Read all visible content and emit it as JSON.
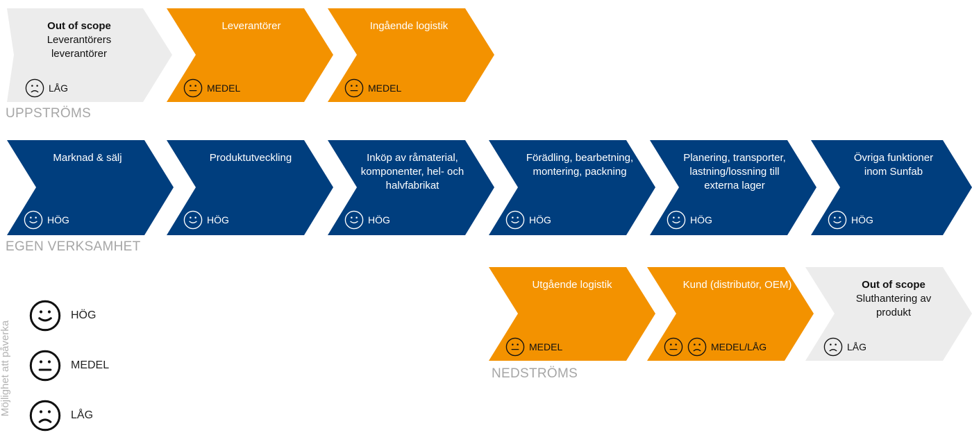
{
  "colors": {
    "orange": "#f39200",
    "navy": "#003e7e",
    "light": "#ececec",
    "section_label": "#a6a6a6"
  },
  "upstream": {
    "label": "UPPSTRÖMS",
    "steps": [
      {
        "title": "Out of scope",
        "lines": "Leverantörers leverantörer",
        "rating": "LÅG",
        "face": "sad",
        "style": "light"
      },
      {
        "title": "",
        "lines": "Leverantörer",
        "rating": "MEDEL",
        "face": "neutral",
        "style": "orange"
      },
      {
        "title": "",
        "lines": "Ingående logistik",
        "rating": "MEDEL",
        "face": "neutral",
        "style": "orange"
      }
    ]
  },
  "own": {
    "label": "EGEN VERKSAMHET",
    "steps": [
      {
        "title": "",
        "lines": "Marknad & sälj",
        "rating": "HÖG",
        "face": "happy",
        "style": "navy"
      },
      {
        "title": "",
        "lines": "Produktutveckling",
        "rating": "HÖG",
        "face": "happy",
        "style": "navy"
      },
      {
        "title": "",
        "lines": "Inköp av råmaterial, komponenter, hel- och halvfabrikat",
        "rating": "HÖG",
        "face": "happy",
        "style": "navy"
      },
      {
        "title": "",
        "lines": "Förädling, bearbetning, montering, packning",
        "rating": "HÖG",
        "face": "happy",
        "style": "navy"
      },
      {
        "title": "",
        "lines": "Planering, transporter, lastning/lossning till externa lager",
        "rating": "HÖG",
        "face": "happy",
        "style": "navy"
      },
      {
        "title": "",
        "lines": "Övriga funktioner inom Sunfab",
        "rating": "HÖG",
        "face": "happy",
        "style": "navy"
      }
    ]
  },
  "downstream": {
    "label": "NEDSTRÖMS",
    "steps": [
      {
        "title": "",
        "lines": "Utgående logistik",
        "rating": "MEDEL",
        "face": "neutral",
        "style": "orange"
      },
      {
        "title": "",
        "lines": "Kund (distributör, OEM)",
        "rating": "MEDEL/LÅG",
        "face": "neutral+sad",
        "style": "orange"
      },
      {
        "title": "Out of scope",
        "lines": "Sluthantering av produkt",
        "rating": "LÅG",
        "face": "sad",
        "style": "light"
      }
    ]
  },
  "legend": {
    "axis_label": "Möjlighet att påverka",
    "items": [
      {
        "label": "HÖG",
        "face": "happy"
      },
      {
        "label": "MEDEL",
        "face": "neutral"
      },
      {
        "label": "LÅG",
        "face": "sad"
      }
    ]
  }
}
